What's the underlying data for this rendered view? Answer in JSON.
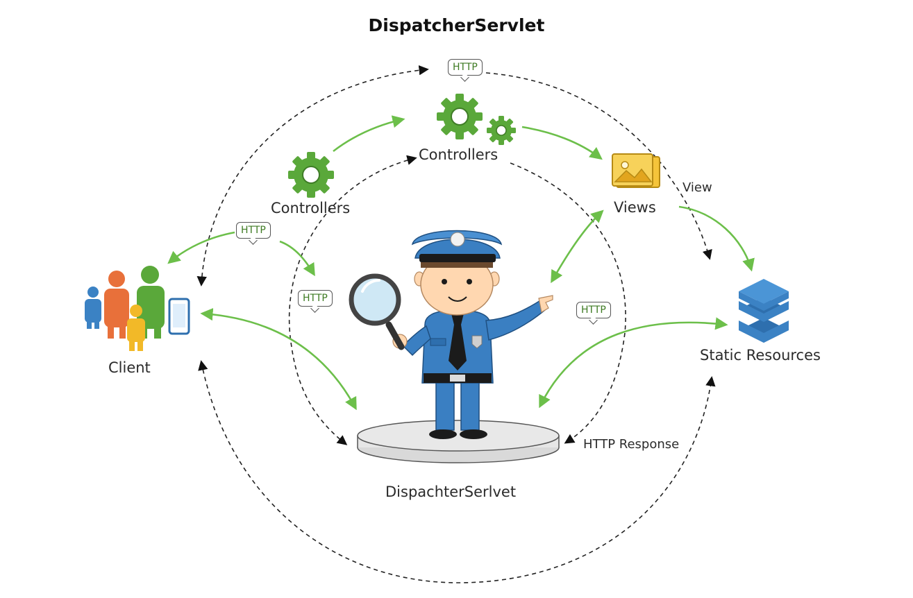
{
  "title": "DispatcherServlet",
  "nodes": {
    "controllers_top": "Controllers",
    "controllers_left": "Controllers",
    "views": "Views",
    "client": "Client",
    "static_resources": "Static Resources",
    "dispatcher": "DispachterSerlvet"
  },
  "edge_labels": {
    "http_top": "HTTP",
    "http_left": "HTTP",
    "http_center_left": "HTTP",
    "http_right": "HTTP",
    "view": "View",
    "http_response": "HTTP Response"
  },
  "colors": {
    "green_arrow": "#6cbf4a",
    "gear_green": "#5aa83a",
    "police_blue": "#3a7fc2",
    "views_yellow": "#f5c43a",
    "stack_blue": "#3b82c4"
  },
  "icons": [
    "gear-icon",
    "image-icon",
    "stack-icon",
    "people-icon",
    "phone-icon",
    "magnifier-icon",
    "police-officer-icon"
  ]
}
